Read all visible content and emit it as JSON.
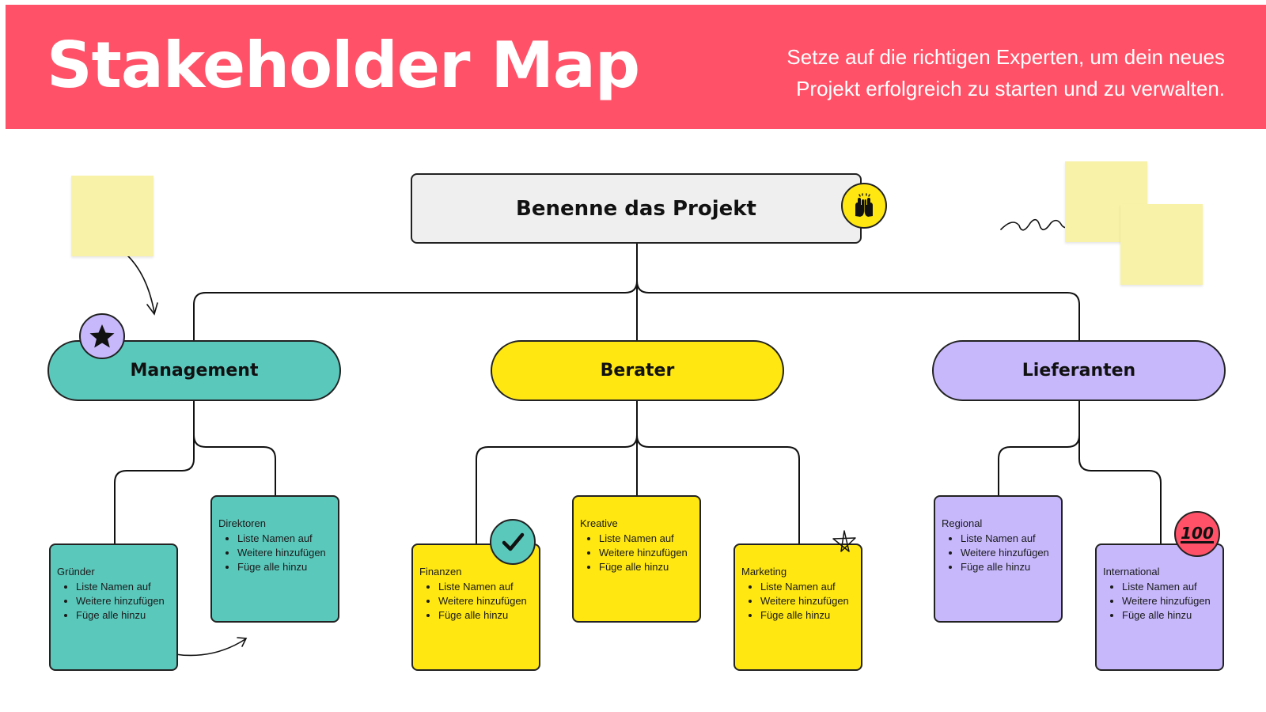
{
  "header": {
    "title": "Stakeholder Map",
    "subtitle_line1": "Setze auf die richtigen Experten, um dein neues",
    "subtitle_line2": "Projekt erfolgreich zu starten und zu verwalten."
  },
  "project": {
    "label": "Benenne das Projekt",
    "emoji": "raised-hands-icon"
  },
  "categories": [
    {
      "label": "Management",
      "color": "#5bc8bc"
    },
    {
      "label": "Berater",
      "color": "#ffe712"
    },
    {
      "label": "Lieferanten",
      "color": "#c7b8fc"
    }
  ],
  "cards": [
    {
      "title": "Gründer",
      "items": [
        "Liste Namen auf",
        "Weitere hinzufügen",
        "Füge alle hinzu"
      ]
    },
    {
      "title": "Direktoren",
      "items": [
        "Liste Namen auf",
        "Weitere hinzufügen",
        "Füge alle hinzu"
      ]
    },
    {
      "title": "Finanzen",
      "items": [
        "Liste Namen auf",
        "Weitere hinzufügen",
        "Füge alle hinzu"
      ]
    },
    {
      "title": "Kreative",
      "items": [
        "Liste Namen auf",
        "Weitere hinzufügen",
        "Füge alle hinzu"
      ]
    },
    {
      "title": "Marketing",
      "items": [
        "Liste Namen auf",
        "Weitere hinzufügen",
        "Füge alle hinzu"
      ]
    },
    {
      "title": "Regional",
      "items": [
        "Liste Namen auf",
        "Weitere hinzufügen",
        "Füge alle hinzu"
      ]
    },
    {
      "title": "International",
      "items": [
        "Liste Namen auf",
        "Weitere hinzufügen",
        "Füge alle hinzu"
      ]
    }
  ],
  "badges": {
    "hundred": "100"
  },
  "colors": {
    "banner": "#ff5268",
    "teal": "#5bc8bc",
    "yellow": "#ffe712",
    "purple": "#c7b8fc",
    "sticky": "#f8f2a8",
    "project_box": "#efefef"
  }
}
